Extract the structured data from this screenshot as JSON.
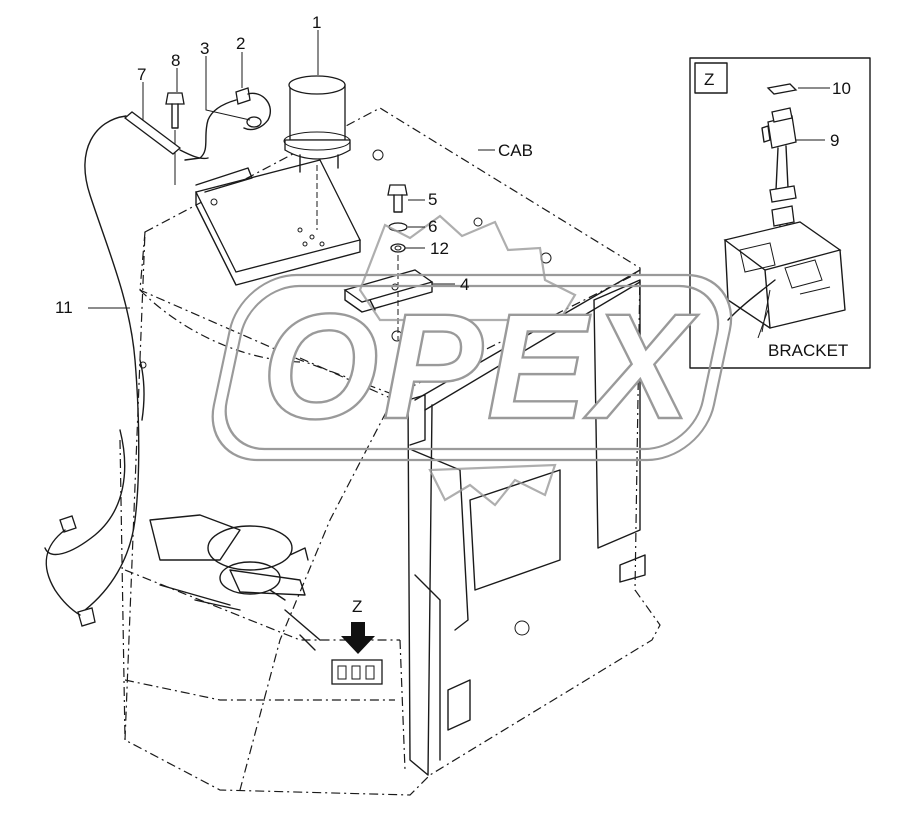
{
  "callouts": {
    "c1": "1",
    "c2": "2",
    "c3": "3",
    "c4": "4",
    "c5": "5",
    "c6": "6",
    "c7": "7",
    "c8": "8",
    "c9": "9",
    "c10": "10",
    "c11": "11",
    "c12": "12"
  },
  "labels": {
    "cab": "CAB",
    "bracket": "BRACKET",
    "detail_view": "Z",
    "view_marker": "Z"
  },
  "watermark": {
    "text": "OPEX"
  }
}
